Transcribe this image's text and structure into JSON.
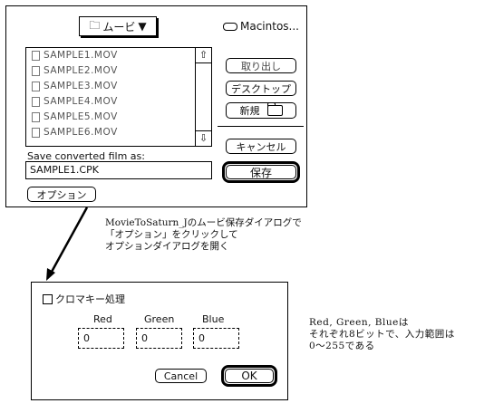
{
  "save_dialog": {
    "folder_popup": "ムービ",
    "disk_name": "Macintos...",
    "files": [
      "SAMPLE1.MOV",
      "SAMPLE2.MOV",
      "SAMPLE3.MOV",
      "SAMPLE4.MOV",
      "SAMPLE5.MOV",
      "SAMPLE6.MOV"
    ],
    "eject_label": "取り出し",
    "desktop_label": "デスクトップ",
    "new_folder_label": "新規",
    "cancel_label": "キャンセル",
    "save_as_label": "Save converted film as:",
    "filename_value": "SAMPLE1.CPK",
    "save_label": "保存",
    "options_label": "オプション"
  },
  "caption_main": [
    "MovieToSaturn_Jのムービ保存ダイアログで",
    "「オプション」をクリックして",
    "オプションダイアログを開く"
  ],
  "options_dialog": {
    "chroma_label": "クロマキー処理",
    "red_label": "Red",
    "green_label": "Green",
    "blue_label": "Blue",
    "red_value": "0",
    "green_value": "0",
    "blue_value": "0",
    "cancel_label": "Cancel",
    "ok_label": "OK"
  },
  "caption_rgb": [
    "Red, Green, Blueは",
    "それぞれ8ビットで、入力範囲は",
    "0～255である"
  ]
}
